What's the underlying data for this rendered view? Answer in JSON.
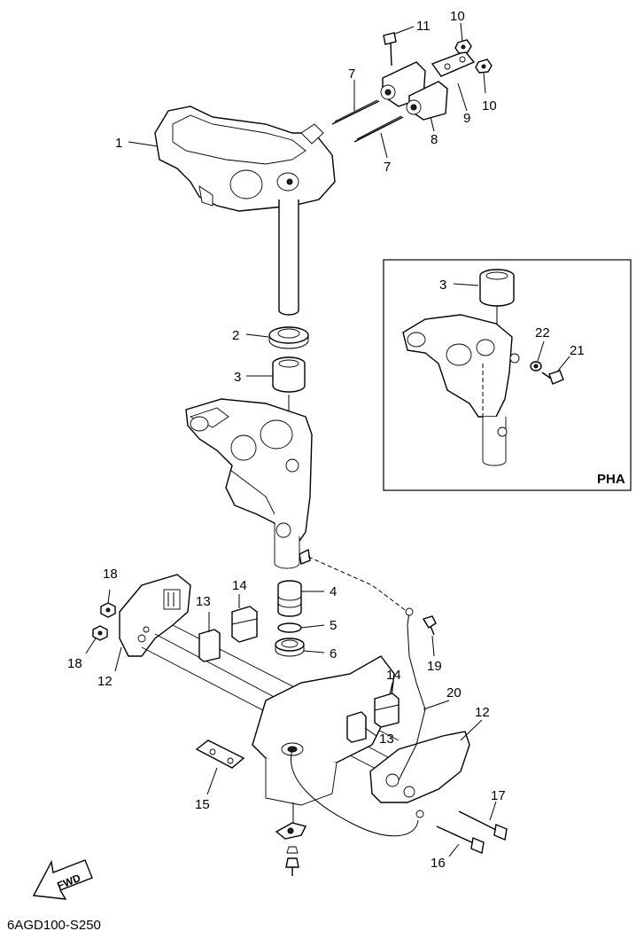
{
  "diagram": {
    "callouts": [
      "1",
      "2",
      "3",
      "4",
      "5",
      "6",
      "7",
      "7",
      "8",
      "9",
      "10",
      "10",
      "11",
      "12",
      "12",
      "13",
      "13",
      "14",
      "14",
      "15",
      "16",
      "17",
      "18",
      "18",
      "19",
      "20"
    ],
    "inset": {
      "title": "PHA",
      "callouts": [
        "3",
        "22",
        "21"
      ]
    },
    "direction_label": "FWD",
    "diagram_code": "6AGD100-S250"
  }
}
